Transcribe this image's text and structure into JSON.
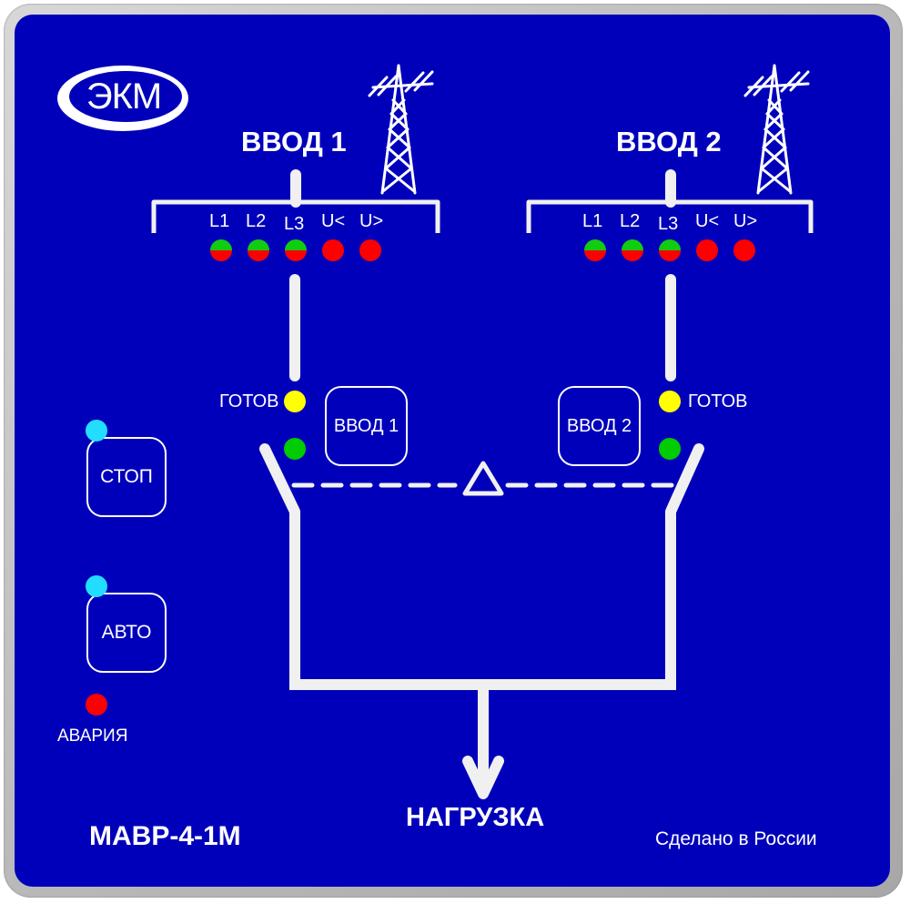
{
  "device": {
    "brand_logo": "ЭКМ",
    "model": "МАВР-4-1М",
    "made_in": "Сделано в России",
    "load_label": "НАГРУЗКА"
  },
  "colors": {
    "panel_blue": "#0000bb",
    "frame_gray": "#c0c0c0",
    "line_white": "#f0f0f0",
    "led_green": "#00cc00",
    "led_red": "#ff0000",
    "led_yellow": "#ffff00",
    "led_cyan": "#22ddff"
  },
  "inputs": [
    {
      "title": "ВВОД 1",
      "button_label": "ВВОД 1",
      "ready_label": "ГОТОВ",
      "phase_indicators": [
        {
          "label": "L1",
          "state": "green-red"
        },
        {
          "label": "L2",
          "state": "green-red"
        },
        {
          "label": "L3",
          "state": "green-red"
        },
        {
          "label": "U<",
          "state": "red"
        },
        {
          "label": "U>",
          "state": "red"
        }
      ],
      "ready_led": "yellow",
      "active_led": "green"
    },
    {
      "title": "ВВОД 2",
      "button_label": "ВВОД 2",
      "ready_label": "ГОТОВ",
      "phase_indicators": [
        {
          "label": "L1",
          "state": "green-red"
        },
        {
          "label": "L2",
          "state": "green-red"
        },
        {
          "label": "L3",
          "state": "green-red"
        },
        {
          "label": "U<",
          "state": "red"
        },
        {
          "label": "U>",
          "state": "red"
        }
      ],
      "ready_led": "yellow",
      "active_led": "green"
    }
  ],
  "controls": {
    "stop_label": "СТОП",
    "auto_label": "АВТО",
    "alarm_label": "АВАРИЯ",
    "stop_led": "cyan",
    "auto_led": "cyan",
    "alarm_led": "red"
  },
  "icons": {
    "tower": "power-tower-icon",
    "interlock": "triangle-icon",
    "load_arrow": "arrow-down-icon"
  }
}
